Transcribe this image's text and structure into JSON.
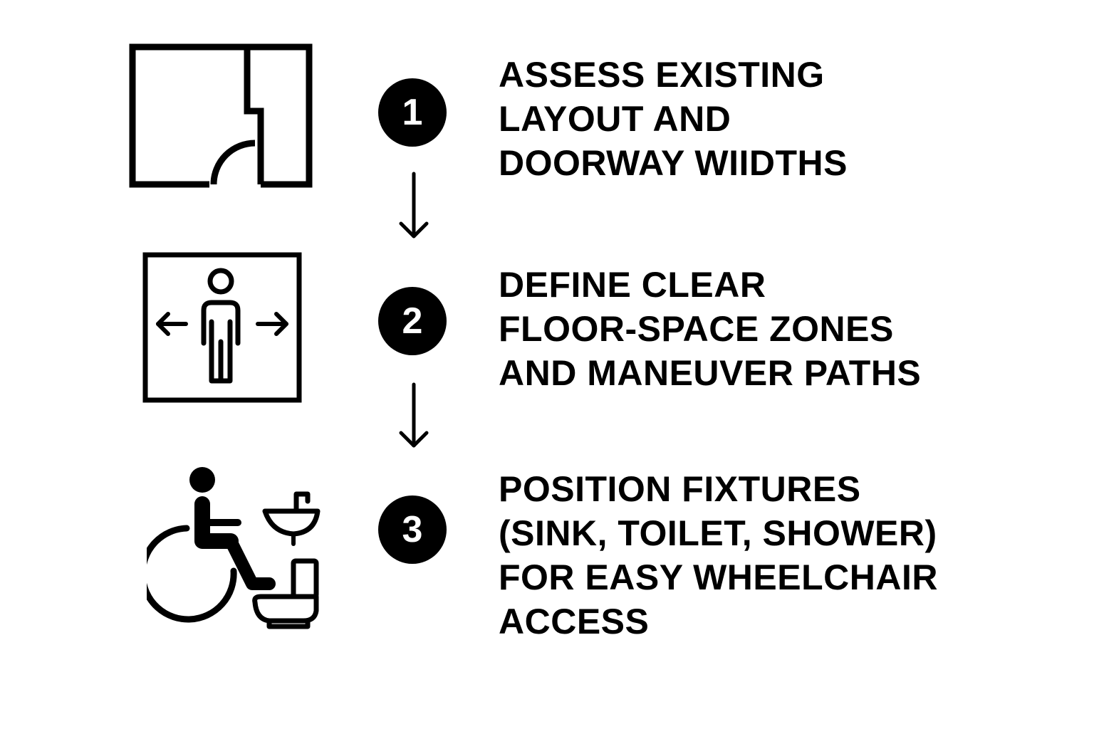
{
  "steps": [
    {
      "number": "1",
      "icon": "floor-plan-icon",
      "lines": [
        "ASSESS EXISTING",
        "LAYOUT AND",
        "DOORWAY WIIDTHS"
      ]
    },
    {
      "number": "2",
      "icon": "clear-floor-space-icon",
      "lines": [
        "DEFINE CLEAR",
        "FLOOR-SPACE ZONES",
        "AND MANEUVER PATHS"
      ]
    },
    {
      "number": "3",
      "icon": "wheelchair-fixtures-icon",
      "lines": [
        "POSITION FIXTURES",
        "(SINK, TOILET, SHOWER)",
        "FOR EASY WHEELCHAIR",
        "ACCESS"
      ]
    }
  ],
  "connectors": [
    "down-arrow-icon",
    "down-arrow-icon"
  ],
  "colors": {
    "ink": "#000000",
    "background": "#ffffff"
  }
}
